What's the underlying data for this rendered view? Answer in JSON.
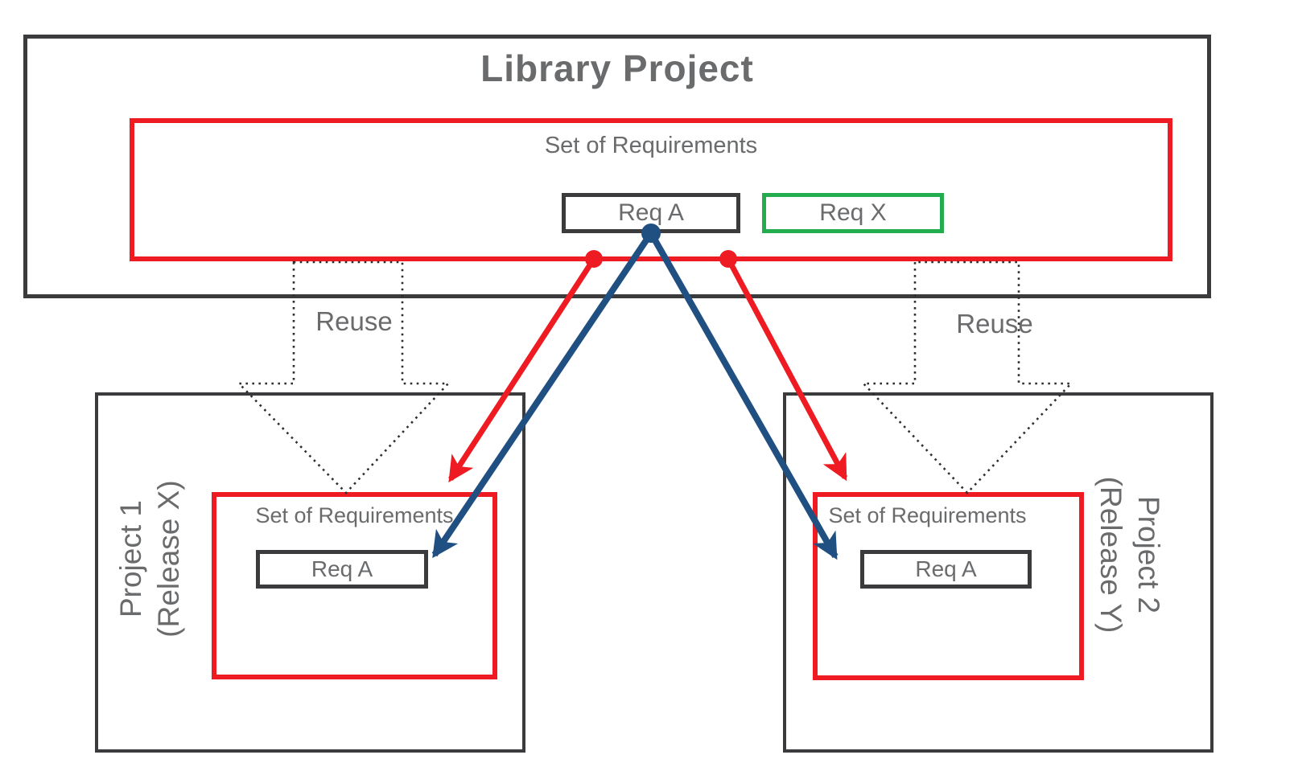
{
  "colors": {
    "red": "#ee1b22",
    "blue": "#1f5081",
    "green": "#23ad4f",
    "box_border": "#3b3b3d",
    "text_gray": "#6a6b6d",
    "dotted_outline": "#2e2e2e"
  },
  "library": {
    "title": "Library Project",
    "set_of_requirements_label": "Set of Requirements",
    "req_a_label": "Req A",
    "req_x_label": "Req X"
  },
  "reuse_arrows": {
    "left_label": "Reuse",
    "right_label": "Reuse"
  },
  "project1": {
    "title_line1": "Project 1",
    "title_line2": "(Release X)",
    "set_of_requirements_label": "Set of Requirements",
    "req_a_label": "Req A"
  },
  "project2": {
    "title_line1": "Project 2",
    "title_line2": "(Release Y)",
    "set_of_requirements_label": "Set of Requirements",
    "req_a_label": "Req A"
  }
}
